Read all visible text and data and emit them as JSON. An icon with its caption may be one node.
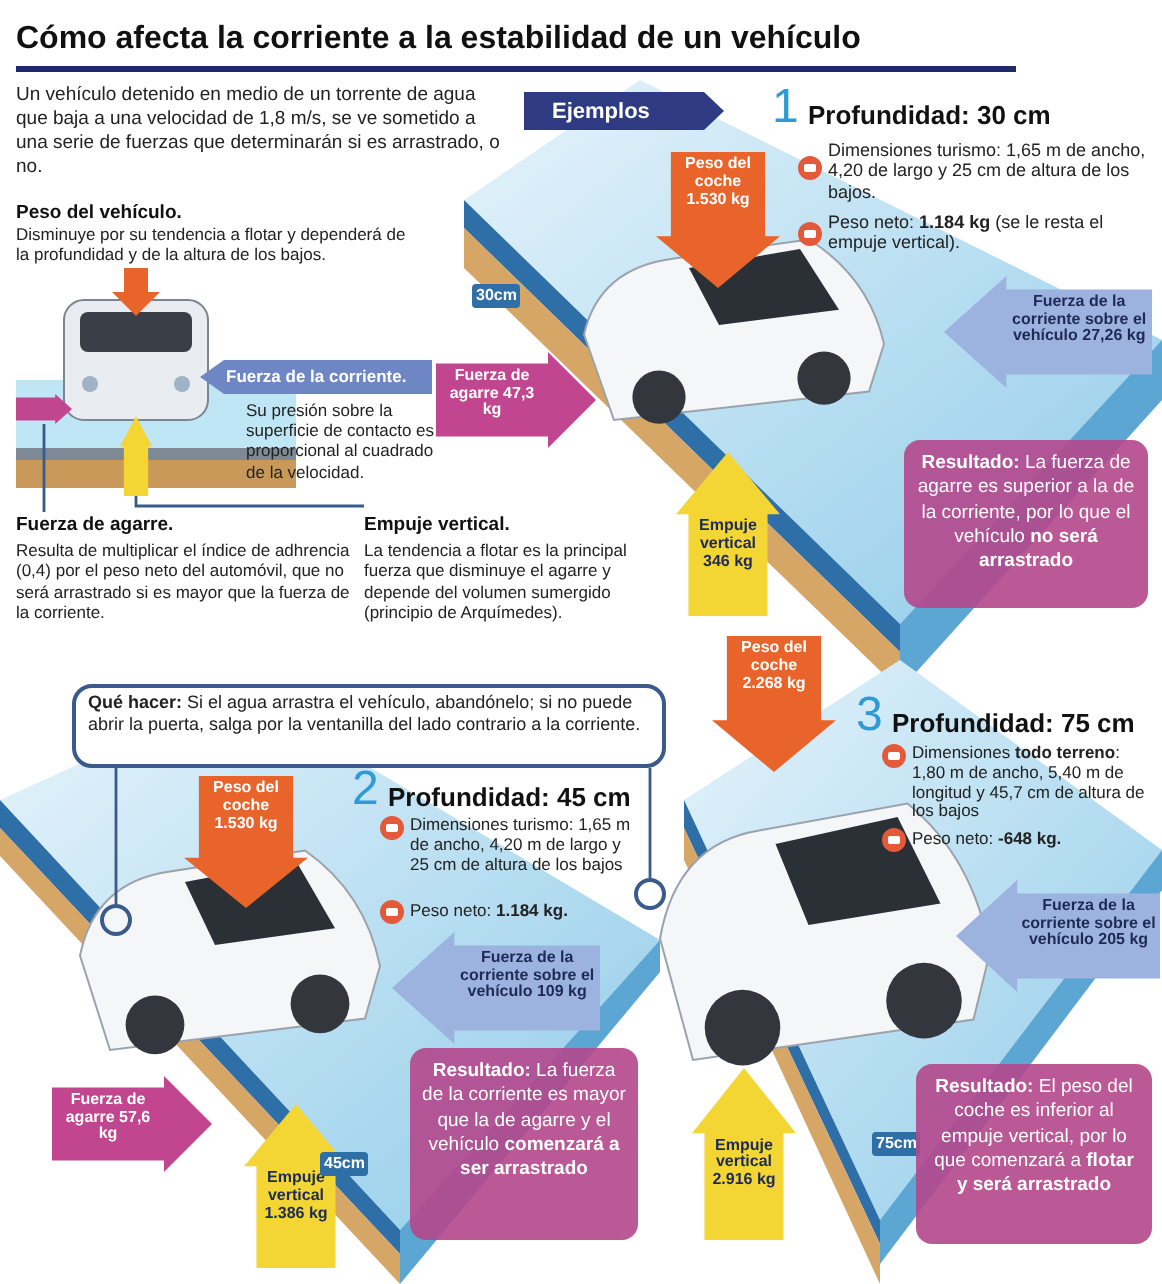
{
  "diagram": {
    "title": "Cómo afecta la corriente a la estabilidad de un vehículo",
    "nodes": [
      {
        "text": [
          "Ejemplos"
        ]
      },
      {
        "text": [
          "Fuerza de agarre.",
          "Resulta de multiplicar el índice de adhrencia (0,4) por el peso neto del automóvil, que no será arrastrado si es mayor que la fuerza de la corriente."
        ]
      },
      {
        "text": [],
        "shape": "arrow"
      },
      {
        "text": [
          "Empuje vertical.",
          "La tendencia a flotar es la principal fuerza que disminuye el agarre y depende del volumen sumergido (principio de Arquímedes)."
        ]
      },
      {
        "text": [],
        "shape": "arrow"
      },
      {
        "text": [
          "**Resultado:** La fuerza de agarre es superior a la de la corriente, por lo que el vehículo **no será arrastrado**"
        ]
      },
      {
        "text": [
          "**Qué hacer:** Si el agua arrastra el vehículo, abandónelo; si no puede abrir la puerta, salga por la ventanilla del lado contrario a la corriente."
        ]
      },
      {
        "text": [],
        "shape": "circle"
      },
      {
        "text": [],
        "shape": "circle"
      },
      {
        "text": [
          "**Resultado:** La fuerza de la corriente es mayor que la de agarre y el vehículo **comenzará a ser arrastrado**"
        ]
      },
      {
        "text": [
          "**Resultado:** El peso del coche es inferior al empuje vertical, por lo que comenzará a **flotar y será arrastrado**"
        ]
      }
    ],
    "edges": [
      {
        "from": 1,
        "to": 2,
        "arrow": "none"
      },
      {
        "from": 3,
        "to": 4,
        "arrow": "none"
      },
      {
        "from": 6,
        "to": 7,
        "arrow": "none"
      },
      {
        "from": 6,
        "to": 8,
        "arrow": "none"
      }
    ],
    "labels": [
      "Un vehículo detenido en medio de un torrente de agua que baja a una velocidad de 1,8 m/s, se ve sometido a una serie de fuerzas que determinarán si es arrastrado, o no.",
      "Peso del vehículo.",
      "Disminuye por su tendencia a flotar y dependerá de la profundidad y de la altura de los bajos.",
      "Fuerza de la corriente.",
      "Su presión sobre la superficie de contacto es proporcional al cuadrado de la velocidad.",
      "30cm",
      "Fuerza de agarre 47,3 kg",
      "Peso del coche 1.530 kg",
      "Empuje vertical 346 kg",
      "Fuerza de la corriente sobre el vehículo 27,26 kg",
      "1",
      "Profundidad: 30 cm",
      "Dimensiones turismo: 1,65 m de ancho, 4,20 de largo y 25 cm de altura de los bajos.",
      "Peso neto: **1.184 kg** (se le resta el empuje vertical).",
      "2",
      "Profundidad: 45 cm",
      "Dimensiones turismo: 1,65 m de ancho, 4,20 m de largo y 25 cm de altura de los bajos",
      "Peso neto: **1.184 kg.**",
      "Peso del coche 1.530 kg",
      "Fuerza de la corriente sobre el vehículo 109 kg",
      "Fuerza de agarre 57,6 kg",
      "Empuje vertical 1.386 kg",
      "45cm",
      "3",
      "Profundidad: 75 cm",
      "Dimensiones **todo terreno**: 1,80 m de ancho, 5,40 m de longitud y 45,7 cm de altura de los bajos",
      "Peso neto: **-648 kg.**",
      "Peso del coche 2.268 kg",
      "Fuerza de la corriente sobre el vehículo 205 kg",
      "Empuje vertical 2.916 kg",
      "75cm"
    ]
  }
}
